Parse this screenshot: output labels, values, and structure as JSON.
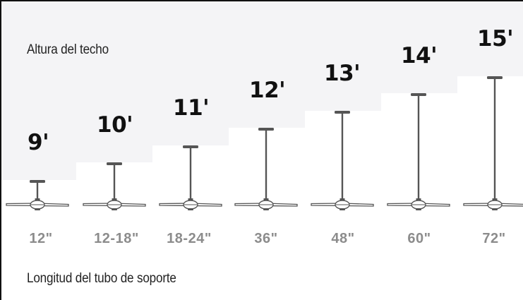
{
  "ceiling_label": "Altura del techo",
  "downrod_label": "Longitud del tubo de soporte",
  "colors": {
    "ceiling_fill": "#f4f4f6",
    "fan": "#555555",
    "height_text": "#111111",
    "length_text": "#8c8c8c"
  },
  "fans": [
    {
      "height": "9'",
      "downrod": "12\""
    },
    {
      "height": "10'",
      "downrod": "12-18\""
    },
    {
      "height": "11'",
      "downrod": "18-24\""
    },
    {
      "height": "12'",
      "downrod": "36\""
    },
    {
      "height": "13'",
      "downrod": "48\""
    },
    {
      "height": "14'",
      "downrod": "60\""
    },
    {
      "height": "15'",
      "downrod": "72\""
    }
  ]
}
